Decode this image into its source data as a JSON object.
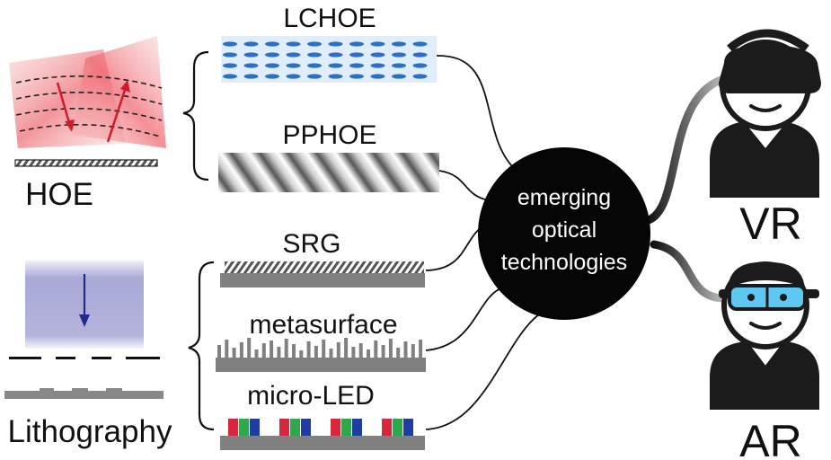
{
  "labels": {
    "hoe": "HOE",
    "lithography": "Lithography",
    "lchoe": "LCHOE",
    "pphoe": "PPHOE",
    "srg": "SRG",
    "metasurface": "metasurface",
    "microled": "micro-LED",
    "vr": "VR",
    "ar": "AR"
  },
  "center": {
    "line1": "emerging",
    "line2": "optical",
    "line3": "technologies"
  },
  "colors": {
    "hologram_red": "#e8414b",
    "litho_blue": "#9a9ad0",
    "arrow_blue": "#1f2a8a",
    "lc_blue": "#2b6fc7",
    "lc_bg": "#dfeefa",
    "substrate_gray": "#808080",
    "led_red": "#d7263d",
    "led_green": "#2ea84a",
    "led_blue": "#1f3ea0",
    "glasses_cyan": "#5fc8f2"
  }
}
